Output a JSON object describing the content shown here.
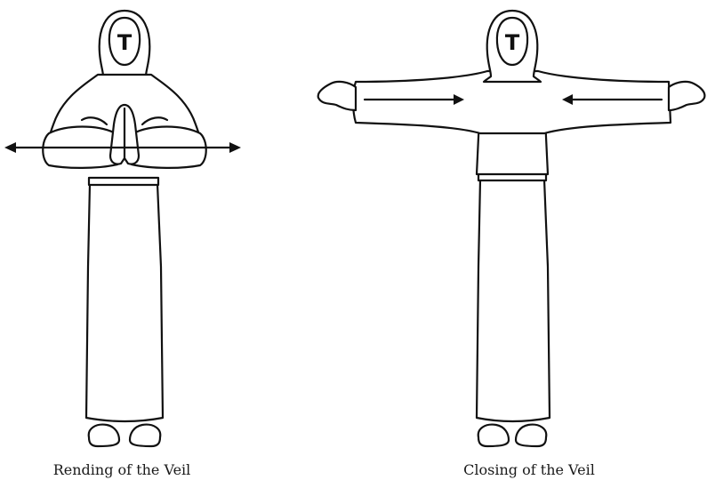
{
  "figures": [
    {
      "id": "left",
      "caption": "Rending of the Veil"
    },
    {
      "id": "right",
      "caption": "Closing of the Veil"
    }
  ],
  "face_glyph": "T",
  "colors": {
    "ink": "#111111",
    "background": "#ffffff"
  }
}
